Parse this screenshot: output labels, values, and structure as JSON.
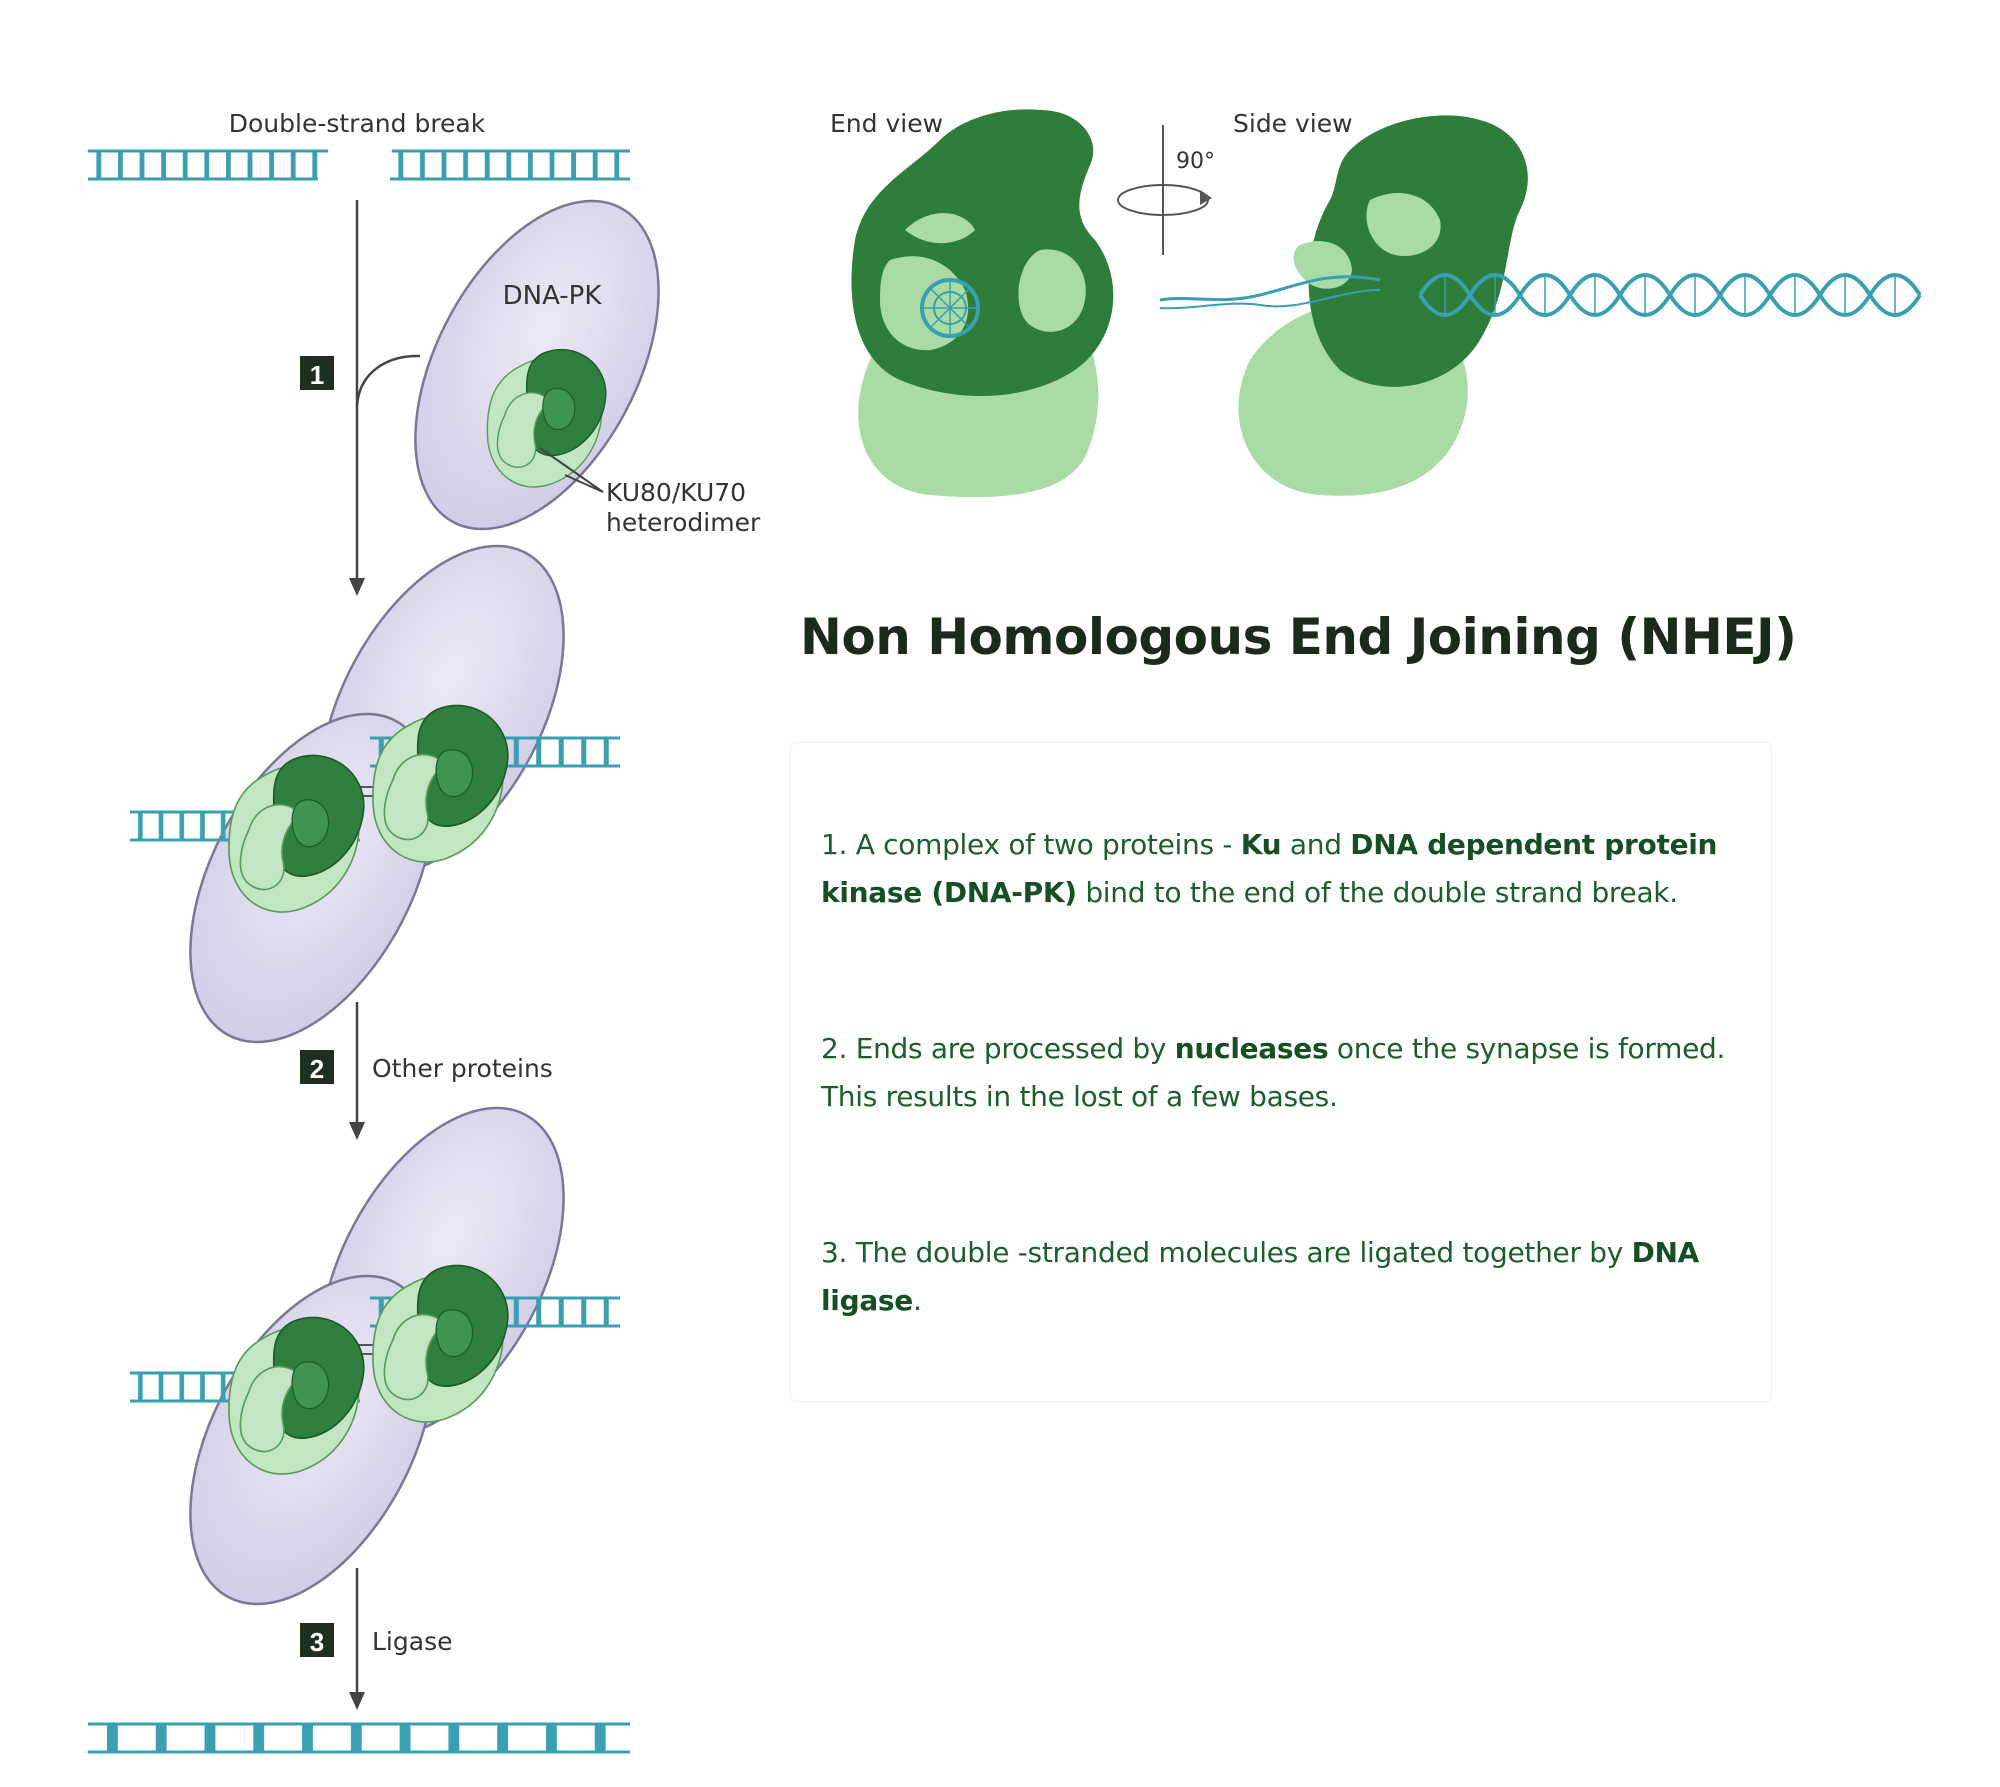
{
  "diagram": {
    "top_label": "Double-strand break",
    "dna_pk_label": "DNA-PK",
    "ku_label_line1": "KU80/KU70",
    "ku_label_line2": "heterodimer",
    "steps": [
      {
        "number": "1",
        "label": ""
      },
      {
        "number": "2",
        "label": "Other proteins"
      },
      {
        "number": "3",
        "label": "Ligase"
      }
    ]
  },
  "structure": {
    "end_view_label": "End view",
    "side_view_label": "Side view",
    "rotation_label": "90°"
  },
  "title": "Non Homologous End Joining (NHEJ)",
  "steps_text": [
    {
      "before": "1.  A complex of two proteins - ",
      "b1": "Ku",
      "mid": " and ",
      "b2": "DNA dependent protein kinase (DNA-PK)",
      "after": " bind to the end of the double strand break."
    },
    {
      "before": "2. Ends are processed by ",
      "b1": "nucleases",
      "mid": " once the synapse is formed. This results in the lost of a few bases.",
      "b2": "",
      "after": ""
    },
    {
      "before": "3. The double -stranded molecules are ligated together by ",
      "b1": "DNA ligase",
      "mid": ".",
      "b2": "",
      "after": ""
    }
  ],
  "colors": {
    "dna": "#3a9fb0",
    "dna_pk": "#d6d3ea",
    "ku_light": "#c2e6c2",
    "ku_dark": "#2f7f3f",
    "structure_dark": "#2e7d3a",
    "structure_light": "#a9dca4",
    "step_box": "#1f2f1f",
    "text_green": "#1e5e2c"
  }
}
